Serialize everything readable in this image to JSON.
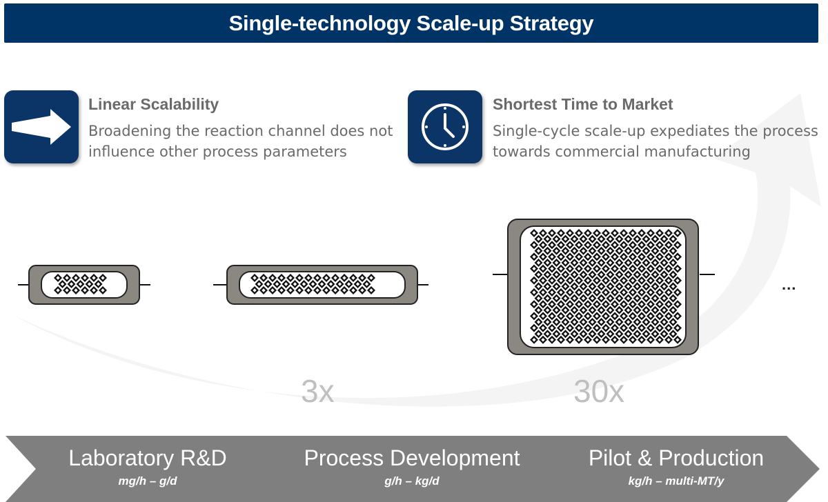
{
  "title": "Single-technology Scale-up Strategy",
  "features": [
    {
      "icon": "arrow-right-icon",
      "title": "Linear Scalability",
      "desc1": "Broadening the reaction channel does not",
      "desc2": "influence other process parameters"
    },
    {
      "icon": "clock-icon",
      "title": "Shortest Time to Market",
      "desc1": "Single-cycle scale-up expediates the process",
      "desc2": "towards commercial manufacturing"
    }
  ],
  "scale_labels": {
    "mid": "3x",
    "large": "30x"
  },
  "ellipsis": "...",
  "stages": [
    {
      "name": "Laboratory R&D",
      "rate": "mg/h – g/d"
    },
    {
      "name": "Process Development",
      "rate": "g/h – kg/d"
    },
    {
      "name": "Pilot & Production",
      "rate": "kg/h – multi-MT/y"
    }
  ],
  "colors": {
    "title_bg": "#003366",
    "icon_bg": "#0a3566",
    "stage_band": "#7f7f7f",
    "reactor_frame": "#8a8880"
  }
}
